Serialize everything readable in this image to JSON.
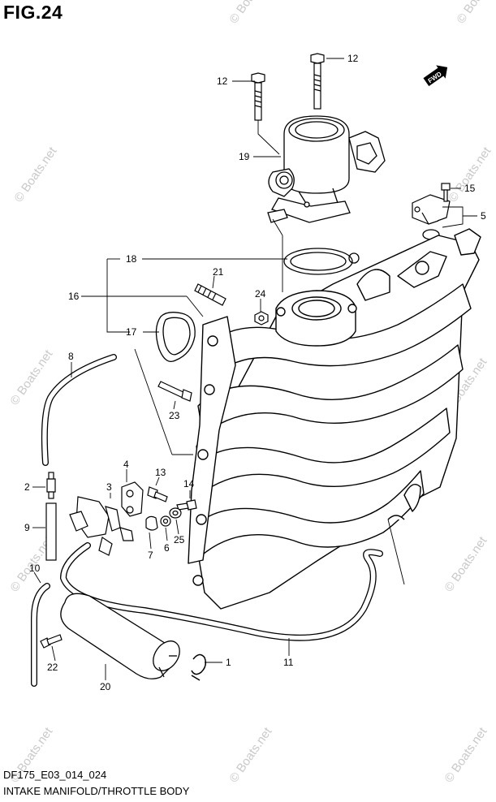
{
  "figure": {
    "title": "FIG.24",
    "ref_code": "DF175_E03_014_024",
    "caption": "INTAKE MANIFOLD/THROTTLE BODY",
    "fwd_badge": "FWD",
    "watermark": "© Boats.net"
  },
  "callouts": {
    "c1": "1",
    "c2": "2",
    "c3": "3",
    "c4": "4",
    "c5": "5",
    "c6": "6",
    "c7": "7",
    "c8": "8",
    "c9": "9",
    "c10": "10",
    "c11": "11",
    "c12a": "12",
    "c12b": "12",
    "c13": "13",
    "c14": "14",
    "c15": "15",
    "c16": "16",
    "c17": "17",
    "c18": "18",
    "c19": "19",
    "c20": "20",
    "c21": "21",
    "c22": "22",
    "c23": "23",
    "c24": "24",
    "c25": "25"
  },
  "colors": {
    "line": "#000000",
    "watermark": "#c9c9c9",
    "background": "#ffffff"
  }
}
